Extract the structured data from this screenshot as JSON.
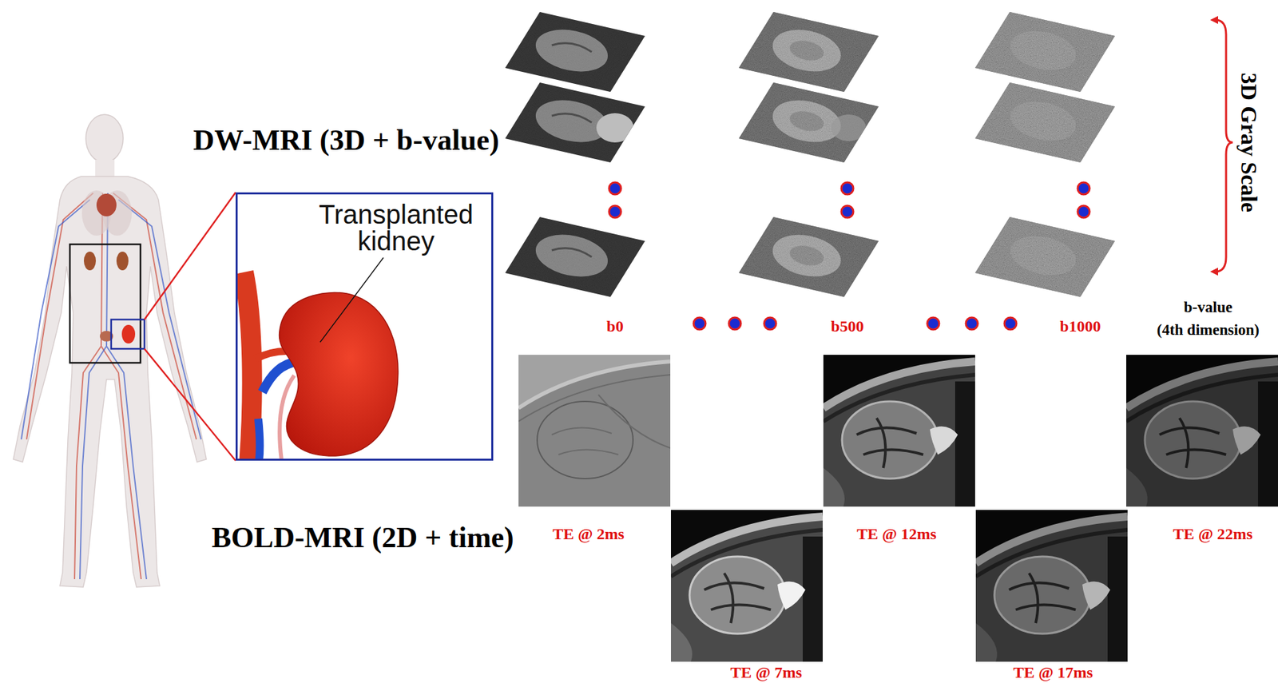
{
  "diagram": {
    "nodes": [
      {
        "text": [
          "Transplanted kidney"
        ]
      }
    ],
    "labels": [
      "DW-MRI (3D + b-value)",
      "3D Gray Scale",
      "b0",
      "b500",
      "b1000",
      "b-value",
      "(4th dimension)",
      "BOLD-MRI (2D + time)",
      "TE @ 2ms",
      "TE @ 12ms",
      "TE @ 22ms",
      "TE @ 7ms",
      "TE @ 17ms"
    ]
  }
}
